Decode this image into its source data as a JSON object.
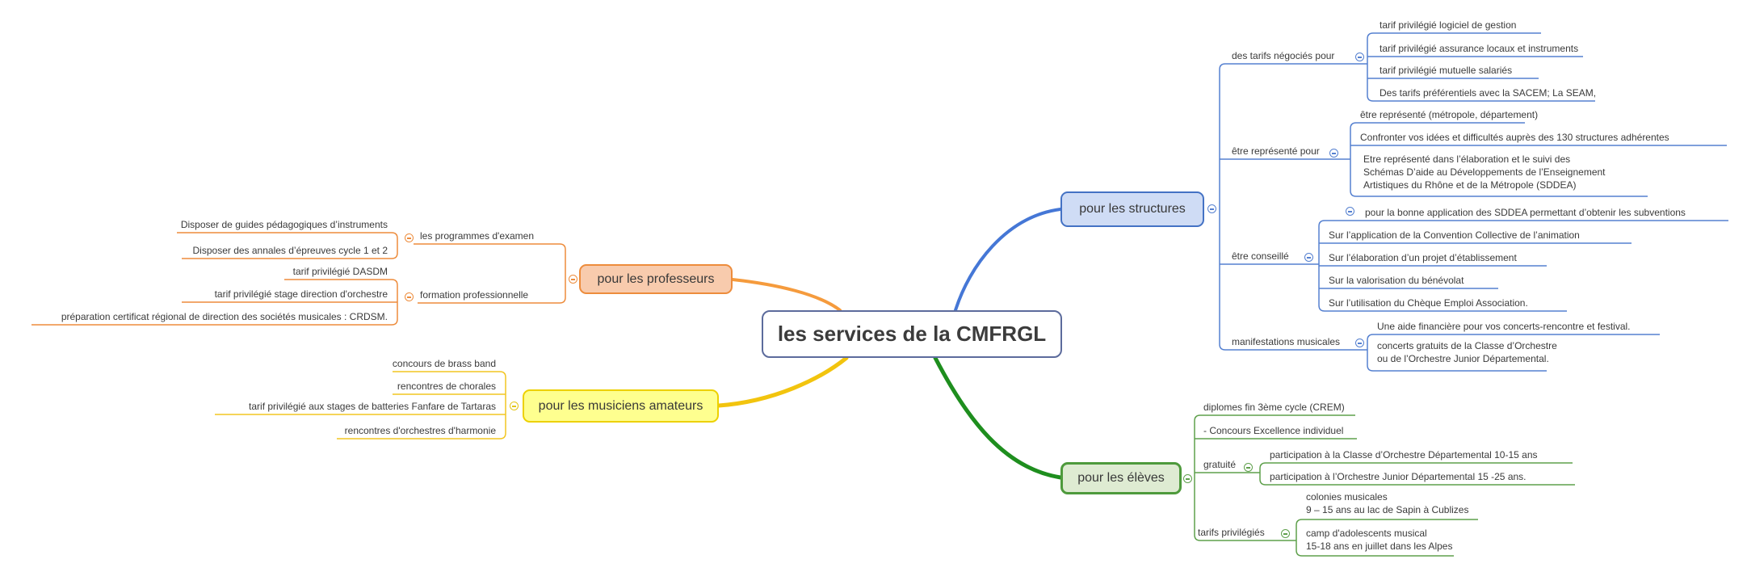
{
  "title": "les services de la CMFRGL",
  "colors": {
    "root_border": "#5C6B9C",
    "structures_line": "#5580D0",
    "structures_border": "#4472C4",
    "structures_fill": "#CFDCF5",
    "structures_curve": "#4577D6",
    "professeurs_line": "#ED8C3C",
    "professeurs_fill": "#F8CBAD",
    "professeurs_curve": "#F59B3D",
    "musiciens_line": "#F2C521",
    "musiciens_border": "#EDD100",
    "musiciens_fill": "#FEFF8F",
    "musiciens_curve": "#F2C40E",
    "eleves_line": "#5FA04C",
    "eleves_border": "#4E9A3C",
    "eleves_fill": "#DEEBD2",
    "eleves_curve": "#1E8E1E",
    "text": "#3A3A3A"
  },
  "structures": {
    "label": "pour les structures",
    "tarifs_label": "des tarifs négociés pour",
    "tarifs_items": [
      "tarif privilégié logiciel de gestion",
      "tarif privilégié assurance locaux et instruments",
      "tarif privilégié mutuelle salariés",
      "Des tarifs préférentiels avec la SACEM; La SEAM,"
    ],
    "represente_label": "être représenté pour",
    "represente_items": [
      "être représenté (métropole, département)",
      "Confronter vos idées et difficultés auprès des 130 structures adhérentes"
    ],
    "represente_multiline": [
      "Etre représenté dans l’élaboration et le suivi des",
      "Schémas D’aide au Développements de l’Enseignement",
      "Artistiques du Rhône et de la Métropole (SDDEA)"
    ],
    "conseille_label": "être conseillé",
    "conseille_items": [
      "pour la bonne application des SDDEA permettant d’obtenir les subventions",
      "Sur l’application de la Convention Collective de l’animation",
      "Sur l’élaboration d’un projet d’établissement",
      "Sur la valorisation du bénévolat",
      "Sur l’utilisation du Chèque Emploi Association."
    ],
    "manifestations_label": "manifestations musicales",
    "manifestations_items": [
      "Une aide financière pour vos concerts-rencontre et festival."
    ],
    "manifestations_multiline": [
      "concerts gratuits de la Classe d’Orchestre",
      "ou de l’Orchestre Junior Départemental."
    ]
  },
  "professeurs": {
    "label": "pour les professeurs",
    "programmes_label": "les programmes d'examen",
    "programmes_items": [
      "Disposer de guides pédagogiques d’instruments",
      "Disposer des annales d’épreuves cycle 1 et 2"
    ],
    "formation_label": "formation professionnelle",
    "formation_items": [
      "tarif privilégié DASDM",
      "tarif privilégié stage direction d'orchestre",
      "préparation certificat régional de direction des sociétés musicales : CRDSM."
    ]
  },
  "musiciens": {
    "label": "pour les musiciens amateurs",
    "items": [
      "concours de brass band",
      "rencontres de chorales",
      "tarif privilégié aux stages de batteries Fanfare de Tartaras",
      "rencontres d'orchestres d'harmonie"
    ]
  },
  "eleves": {
    "label": "pour les élèves",
    "items": [
      "diplomes fin 3ème cycle (CREM)",
      "- Concours Excellence individuel"
    ],
    "gratuite_label": "gratuité",
    "gratuite_items": [
      "participation à la Classe d’Orchestre Départemental 10-15 ans",
      "participation à l’Orchestre Junior Départemental 15 -25 ans."
    ],
    "tarifs_label": "tarifs privilégiés",
    "tarifs_items": [
      [
        "colonies musicales",
        "9 – 15 ans au lac de Sapin à Cublizes"
      ],
      [
        "camp d'adolescents musical",
        "15-18 ans en juillet dans les Alpes"
      ]
    ]
  }
}
